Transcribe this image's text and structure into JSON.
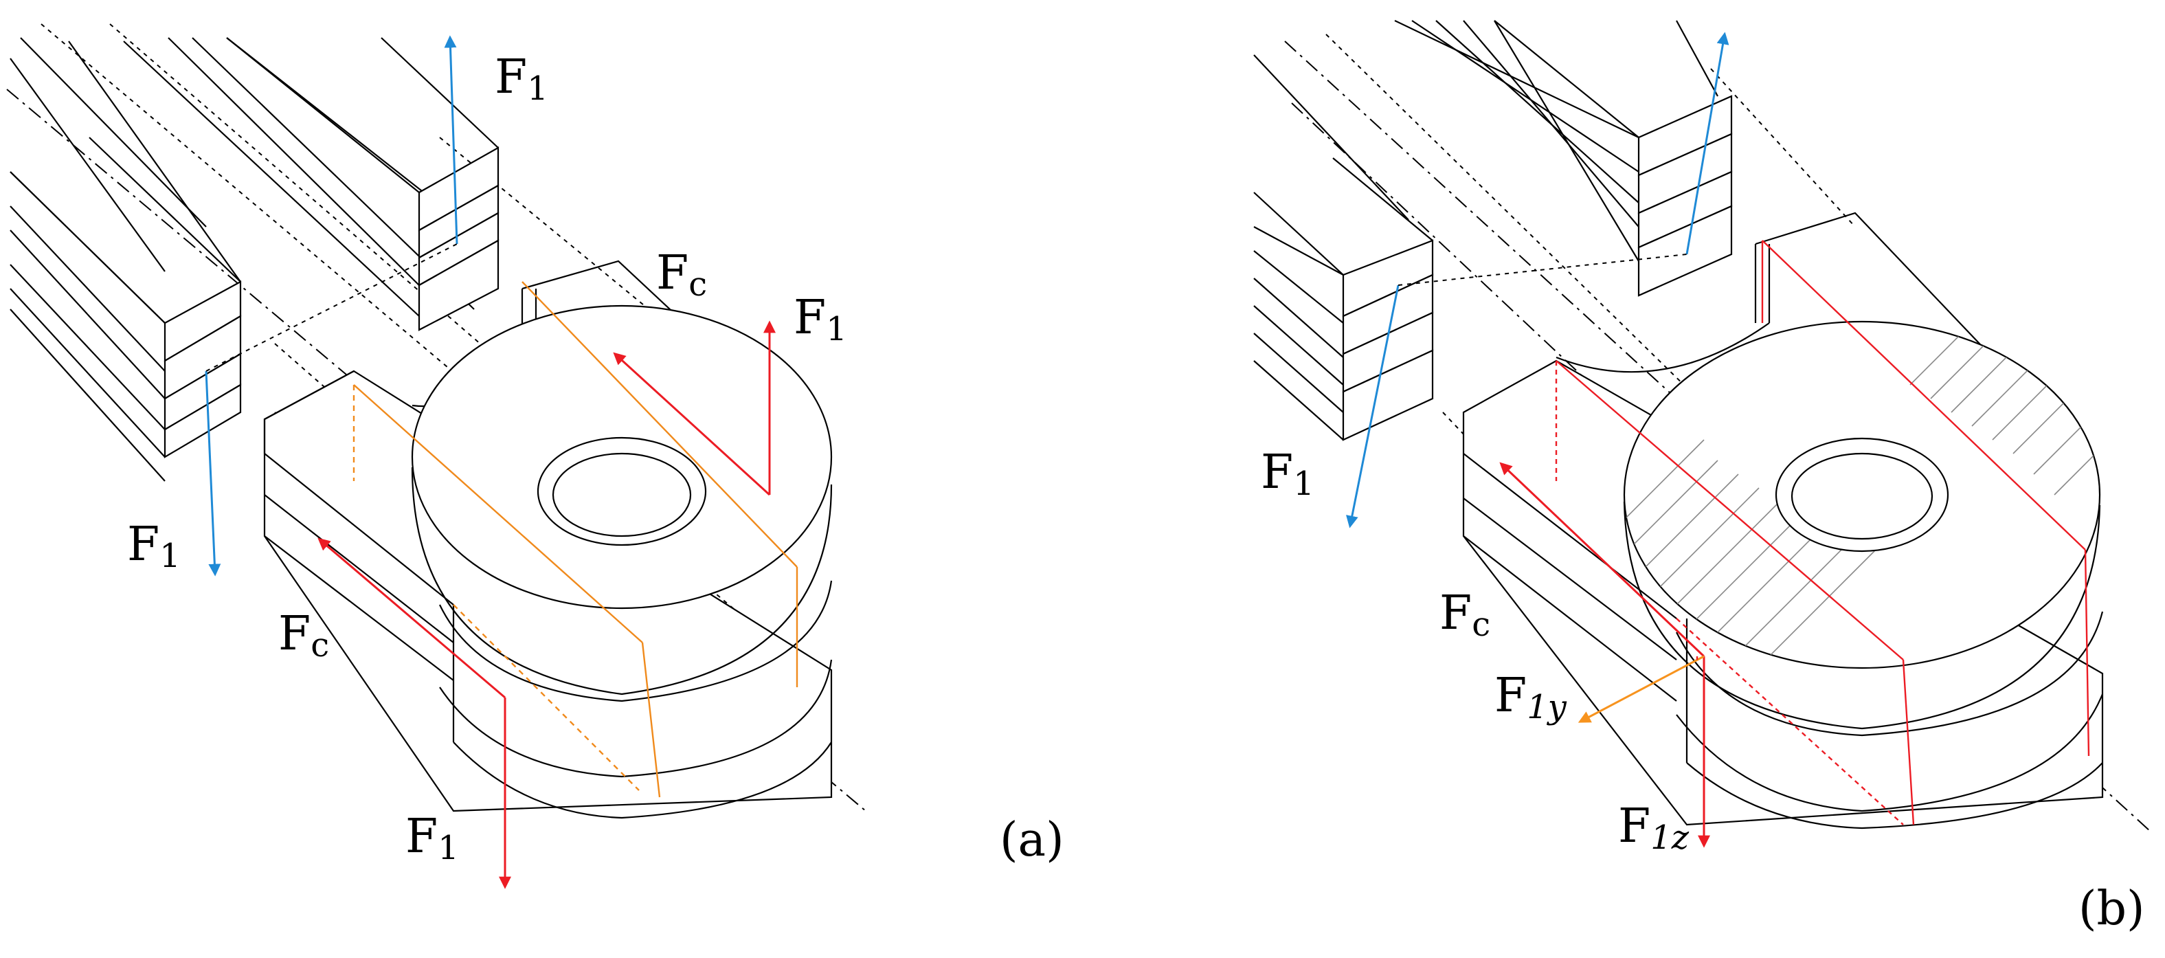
{
  "colors": {
    "blue_force": "#1f8ad6",
    "red_force": "#ec1c24",
    "orange_force": "#f7931e",
    "outline": "#000000",
    "orange_line": "#f08a1c"
  },
  "panel_a": {
    "label": "(a)",
    "f1_top": {
      "main": "F",
      "sub": "1"
    },
    "f1_right": {
      "main": "F",
      "sub": "1"
    },
    "fc_top": {
      "main": "F",
      "sub": "c"
    },
    "f1_left": {
      "main": "F",
      "sub": "1"
    },
    "fc_left": {
      "main": "F",
      "sub": "c"
    },
    "f1_bottom": {
      "main": "F",
      "sub": "1"
    }
  },
  "panel_b": {
    "label": "(b)",
    "f1_left": {
      "main": "F",
      "sub": "1"
    },
    "fc_left": {
      "main": "F",
      "sub": "c"
    },
    "f1y": {
      "main": "F",
      "sub": "1y"
    },
    "f1z": {
      "main": "F",
      "sub": "1z"
    }
  }
}
